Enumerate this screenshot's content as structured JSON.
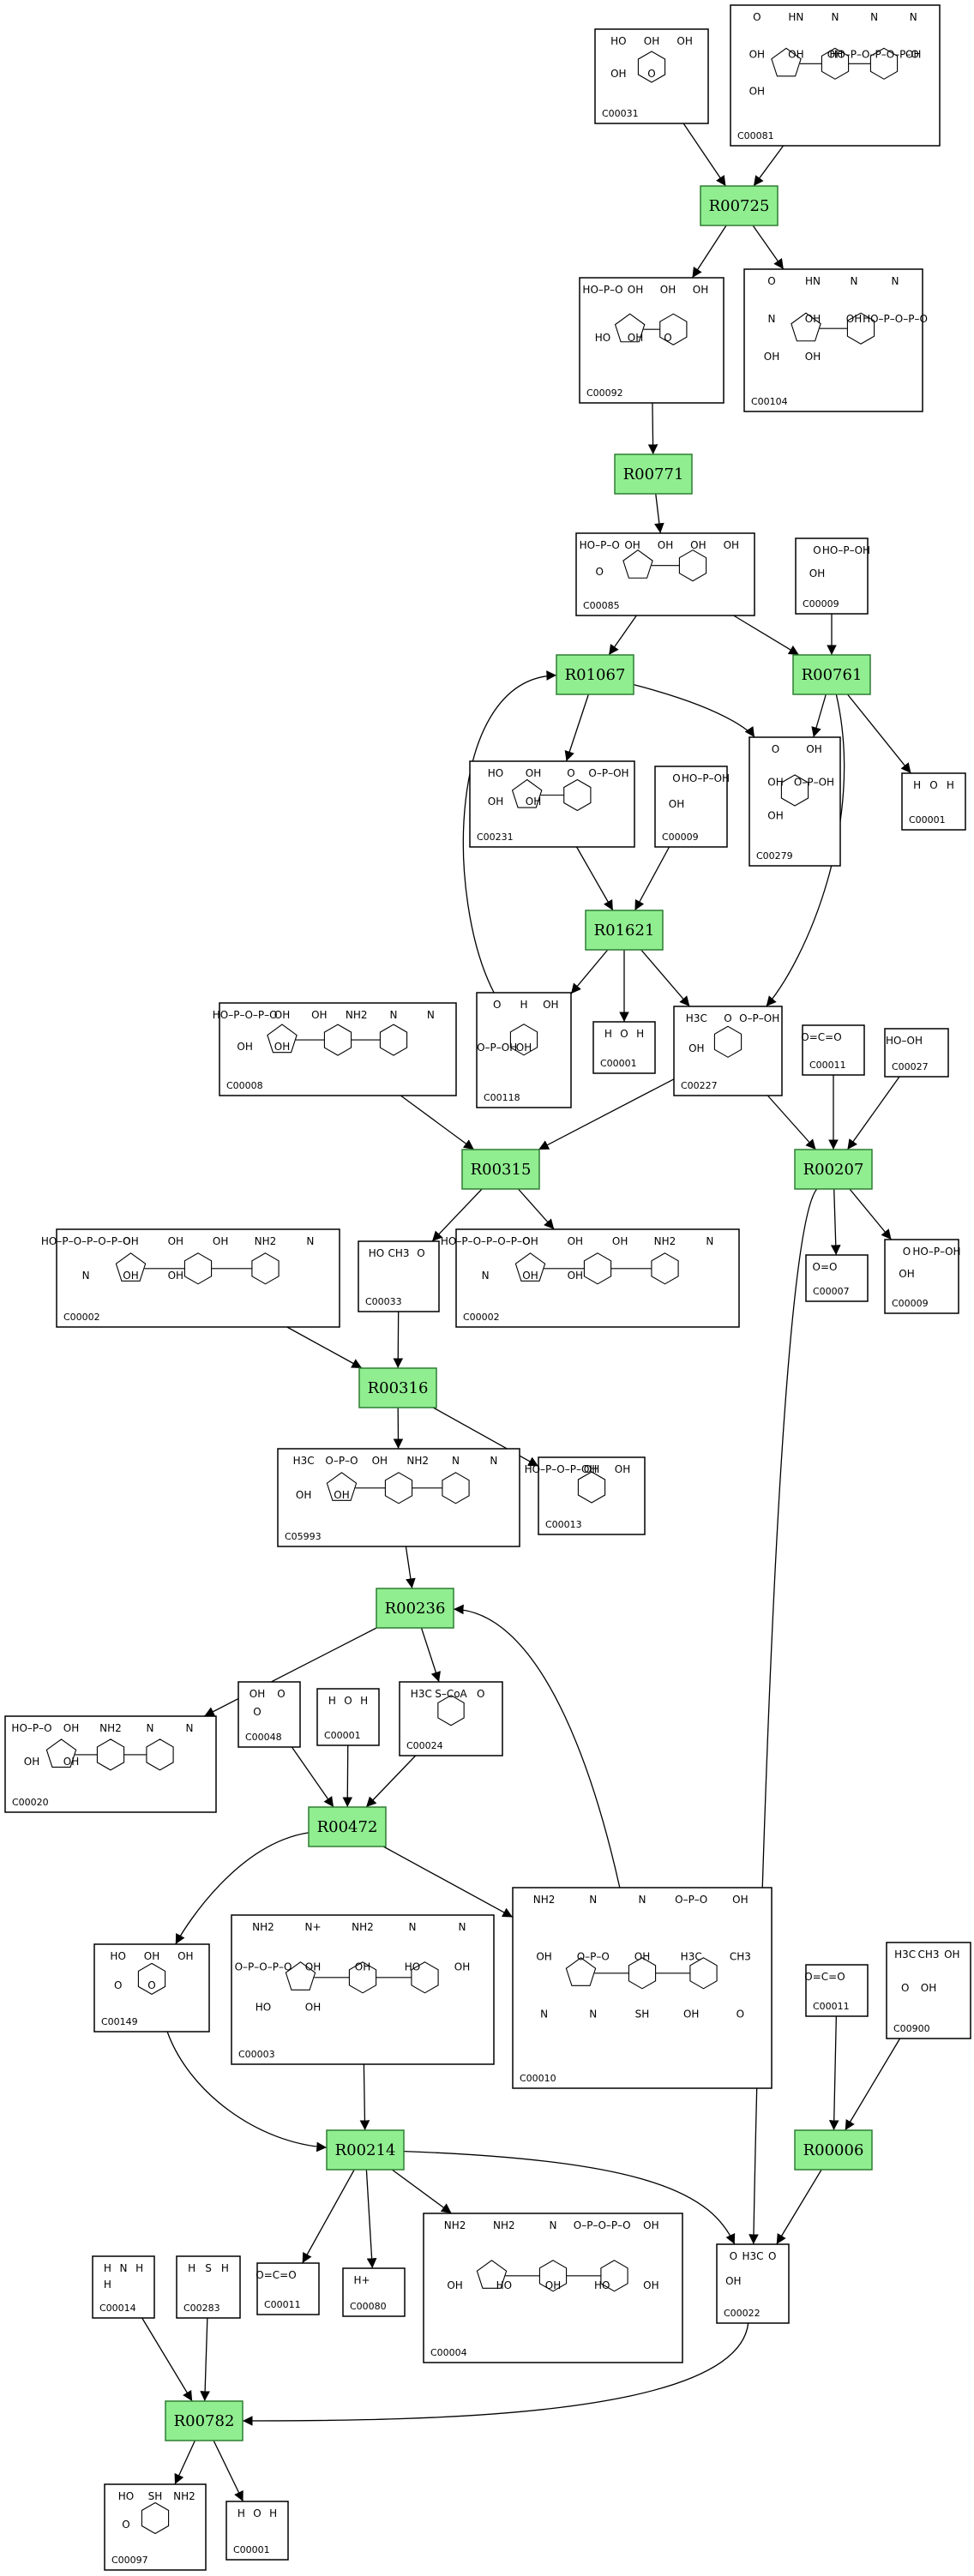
{
  "reactions": [
    {
      "id": "r1",
      "label": "R00725"
    },
    {
      "id": "r2",
      "label": "R00771"
    },
    {
      "id": "r3",
      "label": "R01067"
    },
    {
      "id": "r4",
      "label": "R00761"
    },
    {
      "id": "r5",
      "label": "R01621"
    },
    {
      "id": "r6",
      "label": "R00315"
    },
    {
      "id": "r7",
      "label": "R00207"
    },
    {
      "id": "r8",
      "label": "R00316"
    },
    {
      "id": "r9",
      "label": "R00236"
    },
    {
      "id": "r10",
      "label": "R00472"
    },
    {
      "id": "r11",
      "label": "R00214"
    },
    {
      "id": "r12",
      "label": "R00006"
    },
    {
      "id": "r13",
      "label": "R00782"
    }
  ],
  "compounds": [
    {
      "id": "c1",
      "label": "C00031",
      "glyphs": [
        "HO",
        "OH",
        "OH",
        "OH",
        "O"
      ]
    },
    {
      "id": "c2",
      "label": "C00081",
      "glyphs": [
        "O",
        "HN",
        "N",
        "N",
        "N",
        "OH",
        "OH",
        "OH",
        "HO–P–O–P–O–P–O",
        "OH",
        "OH"
      ]
    },
    {
      "id": "c3",
      "label": "C00092",
      "glyphs": [
        "HO–P–O",
        "OH",
        "OH",
        "OH",
        "HO",
        "OH",
        "O"
      ]
    },
    {
      "id": "c4",
      "label": "C00104",
      "glyphs": [
        "O",
        "HN",
        "N",
        "N",
        "N",
        "OH",
        "OH",
        "HO–P–O–P–O",
        "OH",
        "OH"
      ]
    },
    {
      "id": "c5",
      "label": "C00085",
      "glyphs": [
        "HO–P–O",
        "OH",
        "OH",
        "OH",
        "OH",
        "O"
      ]
    },
    {
      "id": "c6",
      "label": "C00009",
      "glyphs": [
        "O",
        "HO–P–OH",
        "OH"
      ]
    },
    {
      "id": "c7",
      "label": "C00231",
      "glyphs": [
        "HO",
        "OH",
        "O",
        "O–P–OH",
        "OH",
        "OH"
      ]
    },
    {
      "id": "c8",
      "label": "C00009",
      "glyphs": [
        "O",
        "HO–P–OH",
        "OH"
      ]
    },
    {
      "id": "c9",
      "label": "C00279",
      "glyphs": [
        "O",
        "OH",
        "OH",
        "O–P–OH",
        "OH"
      ]
    },
    {
      "id": "c10",
      "label": "C00001",
      "glyphs": [
        "H",
        "O",
        "H"
      ]
    },
    {
      "id": "c11",
      "label": "C00008",
      "glyphs": [
        "HO–P–O–P–O",
        "OH",
        "OH",
        "NH2",
        "N",
        "N",
        "OH",
        "OH"
      ]
    },
    {
      "id": "c12",
      "label": "C00118",
      "glyphs": [
        "O",
        "H",
        "OH",
        "O–P–OH",
        "OH"
      ]
    },
    {
      "id": "c13",
      "label": "C00001",
      "glyphs": [
        "H",
        "O",
        "H"
      ]
    },
    {
      "id": "c14",
      "label": "C00227",
      "glyphs": [
        "H3C",
        "O",
        "O–P–OH",
        "OH"
      ]
    },
    {
      "id": "c15",
      "label": "C00011",
      "glyphs": [
        "O=C=O"
      ]
    },
    {
      "id": "c16",
      "label": "C00027",
      "glyphs": [
        "HO–OH"
      ]
    },
    {
      "id": "c17",
      "label": "C00002",
      "glyphs": [
        "HO–P–O–P–O–P–O",
        "OH",
        "OH",
        "OH",
        "NH2",
        "N",
        "N",
        "OH",
        "OH"
      ]
    },
    {
      "id": "c18",
      "label": "C00033",
      "glyphs": [
        "HO",
        "CH3",
        "O"
      ]
    },
    {
      "id": "c19",
      "label": "C00002",
      "glyphs": [
        "HO–P–O–P–O–P–O",
        "OH",
        "OH",
        "OH",
        "NH2",
        "N",
        "N",
        "OH",
        "OH"
      ]
    },
    {
      "id": "c20",
      "label": "C00007",
      "glyphs": [
        "O=O"
      ]
    },
    {
      "id": "c21",
      "label": "C00009",
      "glyphs": [
        "O",
        "HO–P–OH",
        "OH"
      ]
    },
    {
      "id": "c22",
      "label": "C05993",
      "glyphs": [
        "H3C",
        "O–P–O",
        "OH",
        "NH2",
        "N",
        "N",
        "OH",
        "OH"
      ]
    },
    {
      "id": "c23",
      "label": "C00013",
      "glyphs": [
        "HO–P–O–P–OH",
        "OH",
        "OH"
      ]
    },
    {
      "id": "c24",
      "label": "C00020",
      "glyphs": [
        "HO–P–O",
        "OH",
        "NH2",
        "N",
        "N",
        "OH",
        "OH"
      ]
    },
    {
      "id": "c25",
      "label": "C00048",
      "glyphs": [
        "OH",
        "O",
        "O"
      ]
    },
    {
      "id": "c26",
      "label": "C00001",
      "glyphs": [
        "H",
        "O",
        "H"
      ]
    },
    {
      "id": "c27",
      "label": "C00024",
      "glyphs": [
        "H3C",
        "S–CoA",
        "O"
      ]
    },
    {
      "id": "c28",
      "label": "C00149",
      "glyphs": [
        "HO",
        "OH",
        "OH",
        "O",
        "O"
      ]
    },
    {
      "id": "c29",
      "label": "C00003",
      "glyphs": [
        "NH2",
        "N+",
        "NH2",
        "N",
        "N",
        "O–P–O–P–O",
        "OH",
        "OH",
        "HO",
        "OH",
        "HO",
        "OH"
      ]
    },
    {
      "id": "c30",
      "label": "C00010",
      "glyphs": [
        "NH2",
        "N",
        "N",
        "O–P–O",
        "OH",
        "OH",
        "O–P–O",
        "OH",
        "H3C",
        "CH3",
        "N",
        "N",
        "SH",
        "OH",
        "O"
      ]
    },
    {
      "id": "c31",
      "label": "C00011",
      "glyphs": [
        "O=C=O"
      ]
    },
    {
      "id": "c32",
      "label": "C00900",
      "glyphs": [
        "H3C",
        "CH3",
        "OH",
        "O",
        "OH"
      ]
    },
    {
      "id": "c33",
      "label": "C00014",
      "glyphs": [
        "H",
        "N",
        "H",
        "H"
      ]
    },
    {
      "id": "c34",
      "label": "C00283",
      "glyphs": [
        "H",
        "S",
        "H"
      ]
    },
    {
      "id": "c35",
      "label": "C00011",
      "glyphs": [
        "O=C=O"
      ]
    },
    {
      "id": "c36",
      "label": "C00080",
      "glyphs": [
        "H+"
      ]
    },
    {
      "id": "c37",
      "label": "C00004",
      "glyphs": [
        "NH2",
        "NH2",
        "N",
        "O–P–O–P–O",
        "OH",
        "OH",
        "HO",
        "OH",
        "HO",
        "OH"
      ]
    },
    {
      "id": "c38",
      "label": "C00022",
      "glyphs": [
        "O",
        "H3C",
        "O",
        "OH"
      ]
    },
    {
      "id": "c39",
      "label": "C00097",
      "glyphs": [
        "HO",
        "SH",
        "NH2",
        "O"
      ]
    },
    {
      "id": "c40",
      "label": "C00001",
      "glyphs": [
        "H",
        "O",
        "H"
      ]
    }
  ],
  "edges": [
    [
      "c1",
      "r1"
    ],
    [
      "c2",
      "r1"
    ],
    [
      "r1",
      "c3"
    ],
    [
      "r1",
      "c4"
    ],
    [
      "c3",
      "r2"
    ],
    [
      "r2",
      "c5"
    ],
    [
      "c5",
      "r3"
    ],
    [
      "c5",
      "r4"
    ],
    [
      "c6",
      "r4"
    ],
    [
      "r3",
      "c7"
    ],
    [
      "r3",
      "c9"
    ],
    [
      "r4",
      "c9"
    ],
    [
      "r4",
      "c10"
    ],
    [
      "r4",
      "c14"
    ],
    [
      "c7",
      "r5"
    ],
    [
      "c8",
      "r5"
    ],
    [
      "r5",
      "c12"
    ],
    [
      "r5",
      "c13"
    ],
    [
      "r5",
      "c14"
    ],
    [
      "c12",
      "r3"
    ],
    [
      "c11",
      "r6"
    ],
    [
      "c14",
      "r6"
    ],
    [
      "r6",
      "c18"
    ],
    [
      "r6",
      "c19"
    ],
    [
      "c14",
      "r7"
    ],
    [
      "c15",
      "r7"
    ],
    [
      "c16",
      "r7"
    ],
    [
      "r7",
      "c20"
    ],
    [
      "r7",
      "c21"
    ],
    [
      "r7",
      "c38"
    ],
    [
      "c17",
      "r8"
    ],
    [
      "c18",
      "r8"
    ],
    [
      "r8",
      "c22"
    ],
    [
      "r8",
      "c23"
    ],
    [
      "c22",
      "r9"
    ],
    [
      "c30",
      "r9"
    ],
    [
      "r9",
      "c24"
    ],
    [
      "r9",
      "c27"
    ],
    [
      "c25",
      "r10"
    ],
    [
      "c26",
      "r10"
    ],
    [
      "c27",
      "r10"
    ],
    [
      "r10",
      "c28"
    ],
    [
      "r10",
      "c30"
    ],
    [
      "c28",
      "r11"
    ],
    [
      "c29",
      "r11"
    ],
    [
      "r11",
      "c35"
    ],
    [
      "r11",
      "c36"
    ],
    [
      "r11",
      "c37"
    ],
    [
      "r11",
      "c38"
    ],
    [
      "c31",
      "r12"
    ],
    [
      "c32",
      "r12"
    ],
    [
      "r12",
      "c38"
    ],
    [
      "c33",
      "r13"
    ],
    [
      "c34",
      "r13"
    ],
    [
      "c38",
      "r13"
    ],
    [
      "r13",
      "c39"
    ],
    [
      "r13",
      "c40"
    ]
  ]
}
